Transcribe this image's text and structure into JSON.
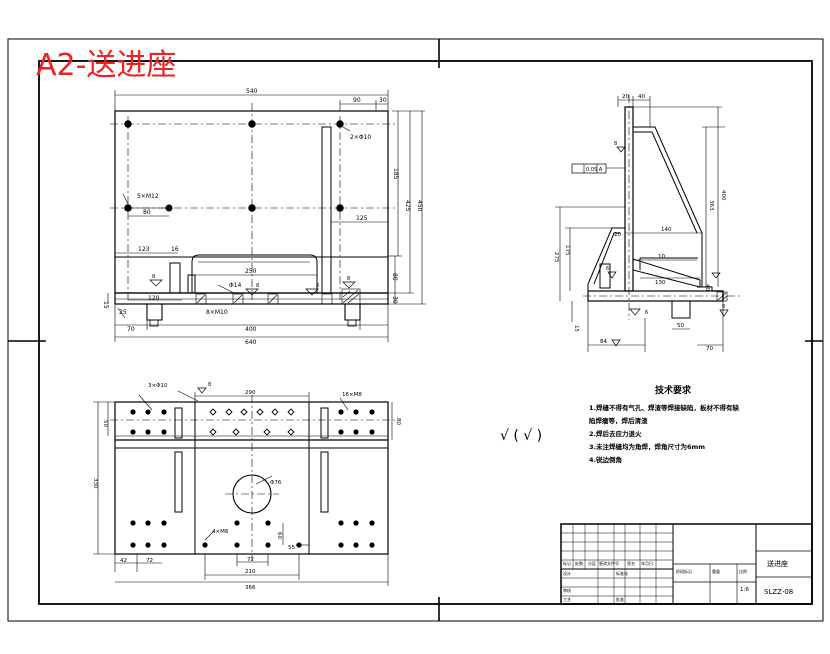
{
  "title": "A2-送进座",
  "front": {
    "dims": {
      "top_width": "540",
      "top_right_a": "90",
      "top_right_b": "30",
      "hole_callout": "2×Φ10",
      "right_h1": "185",
      "right_h2": "425",
      "right_h3": "450",
      "side_note": "5×M12",
      "side_80": "80",
      "side_125": "125",
      "left_123": "123",
      "left_16": "16",
      "slot_250": "250",
      "slot_14": "Φ14",
      "right_80": "80",
      "right_30": "30",
      "bottom_120": "120",
      "bottom_8": "8×M10",
      "bottom_70": "70",
      "bottom_400": "400",
      "bottom_640": "640",
      "left_15": "15",
      "left_25": "25"
    },
    "welds": [
      "8",
      "8",
      "8",
      "8"
    ]
  },
  "side": {
    "dims": {
      "top_a": "20",
      "top_b": "40",
      "h_363": "363",
      "h_400": "400",
      "h_275": "275",
      "h_175": "175",
      "w_140": "140",
      "w_10": "10",
      "w_130": "130",
      "w_20": "20",
      "w_40": "40",
      "w_15": "15",
      "b_50": "50",
      "b_84": "84",
      "b_70": "70",
      "tol_box": "0.05 A"
    },
    "welds": [
      "8",
      "6",
      "6",
      "8"
    ]
  },
  "top_view": {
    "dims": {
      "top_left": "3×Φ10",
      "top_weld": "8",
      "top_290": "290",
      "top_right": "16×M8",
      "left_50": "50",
      "left_80": "80",
      "left_330": "330",
      "hole_dia": "Φ76",
      "mid_note": "4×M8",
      "right_60": "60",
      "right_55": "55",
      "b_42": "42",
      "b_72": "72",
      "b_72b": "72",
      "b_210": "210",
      "b_366": "366"
    }
  },
  "tech": {
    "heading": "技术要求",
    "lines": [
      "1.焊缝不得有气孔、焊渣等焊接缺陷，板材不得有缺",
      "  陷焊瘤等，焊后清渣",
      "2.焊后去应力退火",
      "3.未注焊缝均为角焊，焊角尺寸为6mm",
      "4.锐边倒角"
    ]
  },
  "roughness": "√ ( √ )",
  "title_block": {
    "part_name": "送进座",
    "drawing_no": "SLZZ-08",
    "scale": "1:6",
    "row1": [
      "标记",
      "处数",
      "分区",
      "更改文件号",
      "签名",
      "年月日"
    ],
    "row2": [
      "设计",
      "",
      "标准化",
      "",
      "阶段标记",
      "重量",
      "比例"
    ],
    "row3": [
      "审核",
      "",
      "",
      ""
    ],
    "row4": [
      "工艺",
      "",
      "批准",
      ""
    ]
  }
}
